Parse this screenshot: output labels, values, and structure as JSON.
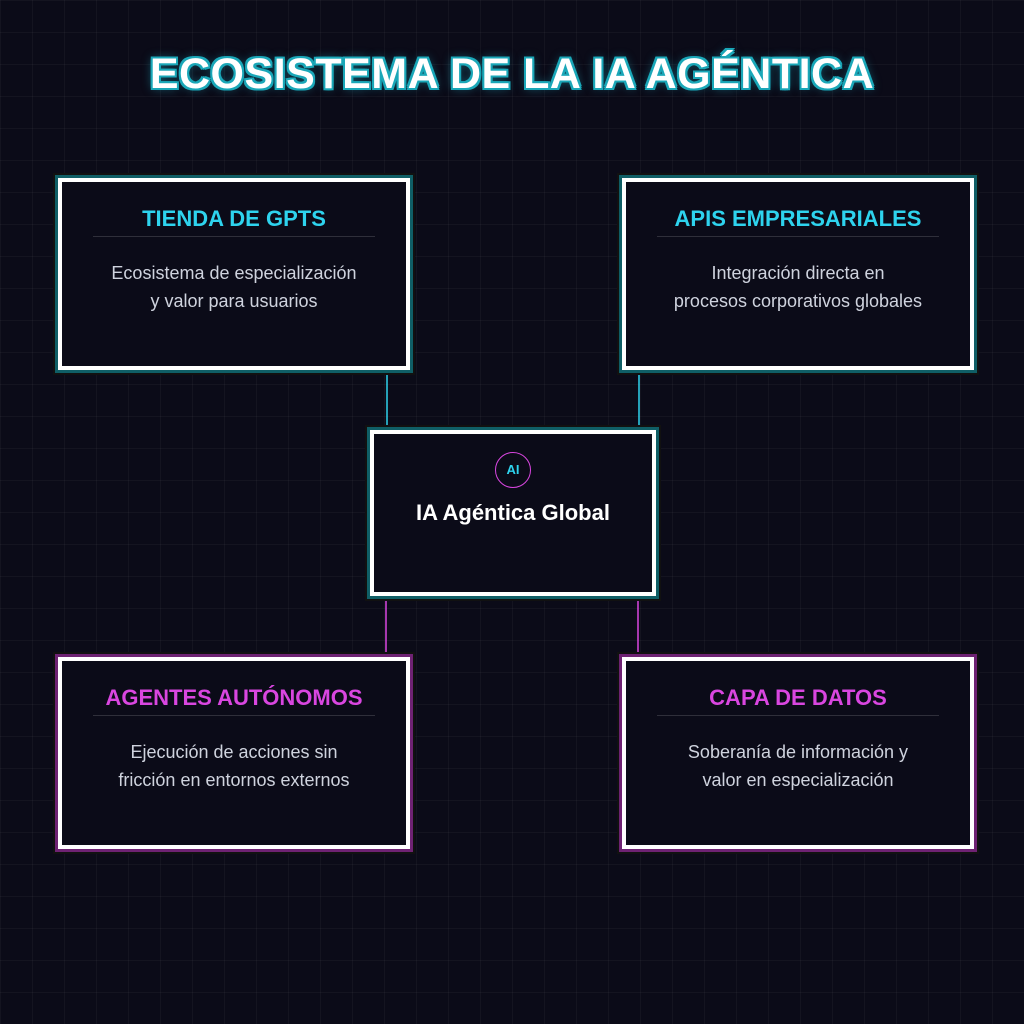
{
  "title": "ECOSISTEMA DE LA IA AGÉNTICA",
  "center": {
    "badge": "AI",
    "label": "IA Agéntica Global"
  },
  "nodes": [
    {
      "title": "TIENDA DE GPTS",
      "description_lines": [
        "Ecosistema de especialización",
        "y valor para usuarios"
      ],
      "color": "#2ed3ee"
    },
    {
      "title": "APIS EMPRESARIALES",
      "description_lines": [
        "Integración directa en",
        "procesos corporativos globales"
      ],
      "color": "#2ed3ee"
    },
    {
      "title": "AGENTES AUTÓNOMOS",
      "description_lines": [
        "Ejecución de acciones sin",
        "fricción en entornos externos"
      ],
      "color": "#d946e0"
    },
    {
      "title": "CAPA DE DATOS",
      "description_lines": [
        "Soberanía de información y",
        "valor en especialización"
      ],
      "color": "#d946e0"
    }
  ],
  "colors": {
    "background": "#0b0b18",
    "cyan_accent": "#2ed3ee",
    "magenta_accent": "#d946e0",
    "border": "#ffffff"
  }
}
